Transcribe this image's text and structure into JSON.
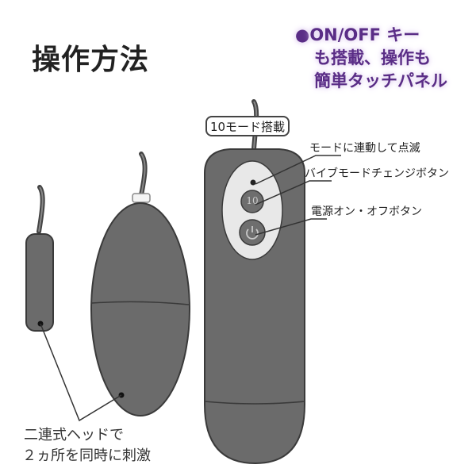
{
  "title": "操作方法",
  "feature_callout": {
    "bullet": "●",
    "lines": [
      "ON/OFF キー",
      "も搭載、操作も",
      "簡単タッチパネル"
    ],
    "color": "#5a2d86"
  },
  "mode_badge": "10モード搭載",
  "controller_labels": {
    "led": "モードに連動して点滅",
    "mode_button": "バイブモードチェンジボタン",
    "power_button": "電源オン・オフボタン"
  },
  "mode_button_text": "10",
  "bottom_note": {
    "line1": "二連式ヘッドで",
    "line2": "２ヵ所を同時に刺激"
  },
  "colors": {
    "device_fill": "#6b6b6b",
    "device_stroke": "#3a3a3a",
    "panel_fill": "#e8e8e8",
    "button_fill": "#6e6e6e"
  }
}
